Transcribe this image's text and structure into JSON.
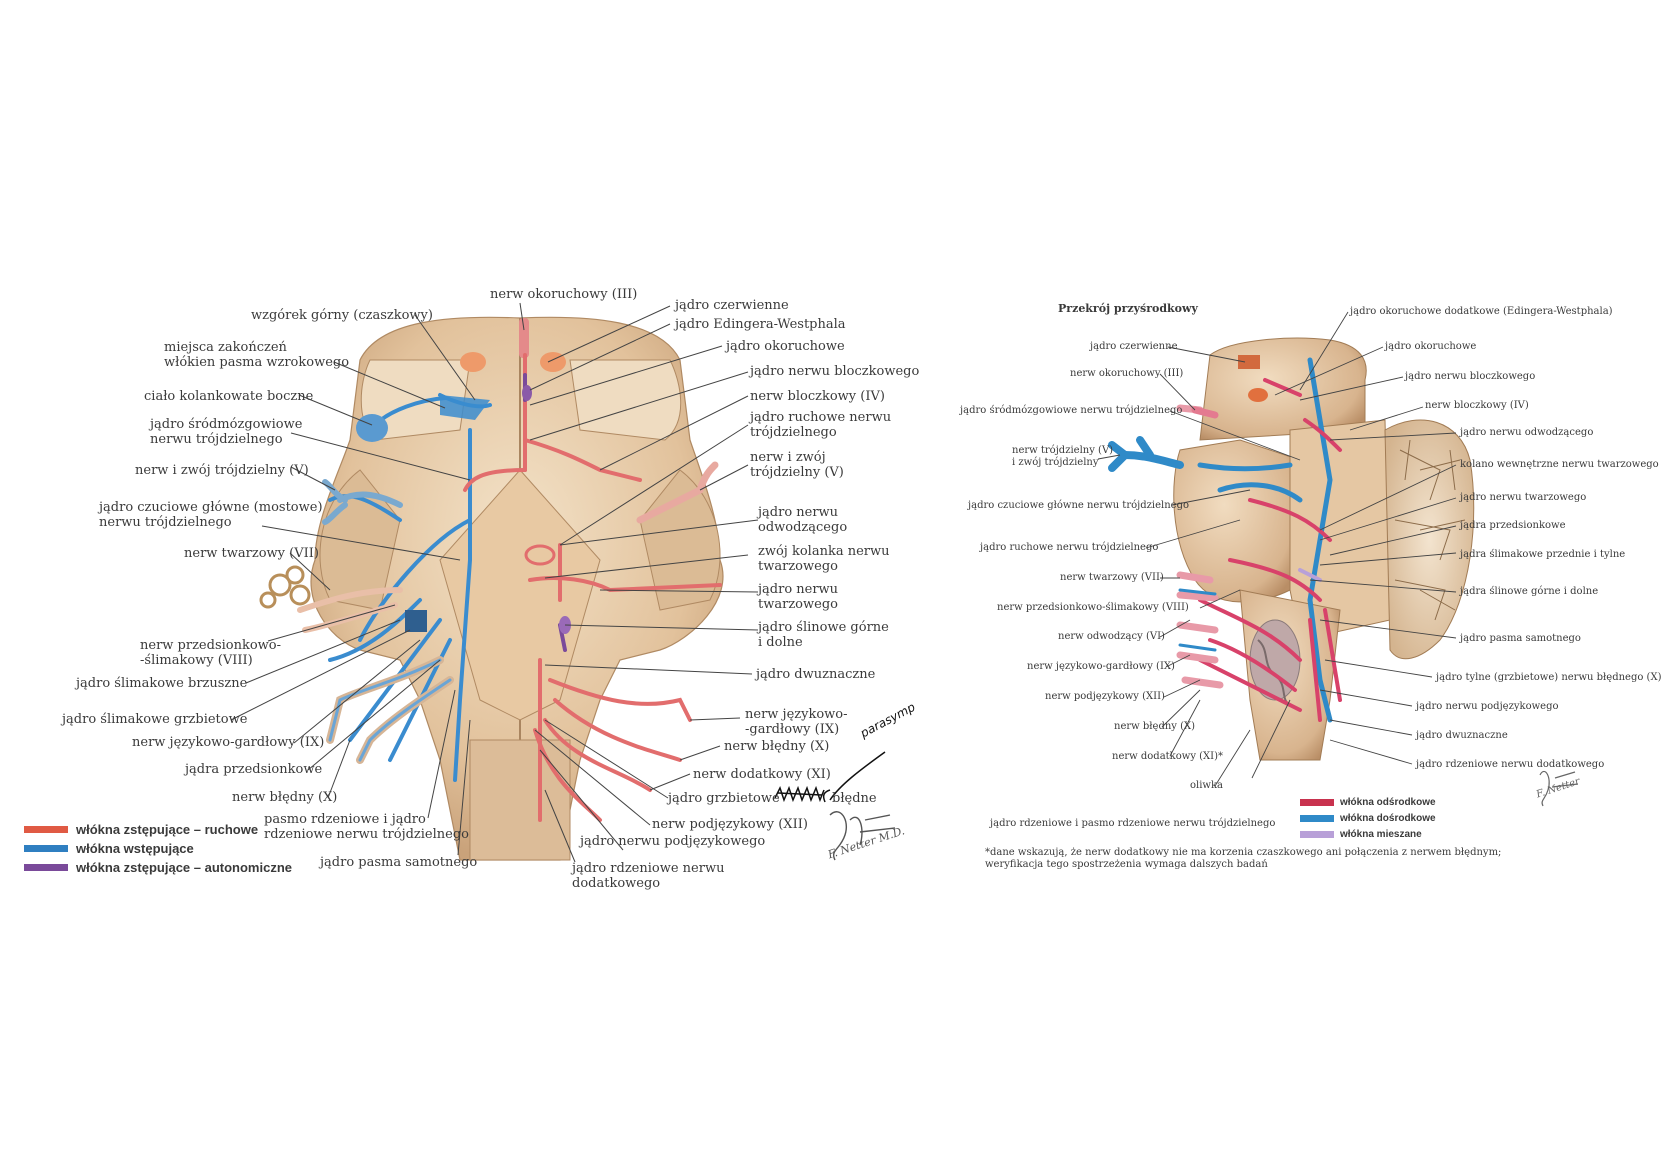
{
  "left_figure": {
    "labels": {
      "oculomotor_nerve": "nerw okoruchowy (III)",
      "red_nucleus": "jądro czerwienne",
      "edinger_westphal": "jądro Edingera-Westphala",
      "oculomotor_nucleus": "jądro okoruchowe",
      "trochlear_nucleus": "jądro nerwu bloczkowego",
      "trochlear_nerve": "nerw bloczkowy (IV)",
      "trigeminal_motor_nucleus": "jądro ruchowe nerwu\ntrójdzielnego",
      "trigeminal_nerve_ganglion_right": "nerw i zwój\ntrójdzielny (V)",
      "abducens_nucleus": "jądro nerwu\nodwodzącego",
      "geniculate_ganglion": "zwój kolanka nerwu\ntwarzowego",
      "facial_nucleus": "jądro nerwu\ntwarzowego",
      "salivatory_nuclei": "jądro ślinowe górne\ni dolne",
      "nucleus_ambiguus": "jądro dwuznaczne",
      "glossopharyngeal_right": "nerw językowo-\n-gardłowy (IX)",
      "vagus_right": "nerw błędny (X)",
      "accessory_nerve": "nerw dodatkowy (XI)",
      "dorsal_vagal_nucleus_prefix": "jądro grzbietowe",
      "dorsal_vagal_nucleus_suffix": "błędne",
      "hypoglossal_nerve": "nerw podjęzykowy (XII)",
      "hypoglossal_nucleus": "jądro nerwu podjęzykowego",
      "accessory_spinal_nucleus": "jądro rdzeniowe nerwu\ndodatkowego",
      "solitary_nucleus": "jądro pasma samotnego",
      "spinal_trigeminal": "pasmo rdzeniowe i jądro\nrdzeniowe nerwu trójdzielnego",
      "vagus_left": "nerw błędny (X)",
      "vestibular_nuclei": "jądra przedsionkowe",
      "glossopharyngeal_left": "nerw językowo-gardłowy (IX)",
      "dorsal_cochlear": "jądro ślimakowe grzbietowe",
      "ventral_cochlear": "jądro ślimakowe brzuszne",
      "vestibulocochlear": "nerw przedsionkowo-\n-ślimakowy (VIII)",
      "facial_nerve": "nerw twarzowy (VII)",
      "principal_sensory": "jądro czuciowe główne (mostowe)\nnerwu trójdzielnego",
      "trigeminal_nerve_ganglion_left": "nerw i zwój trójdzielny (V)",
      "mesencephalic_nucleus": "jądro śródmózgowiowe\nnerwu trójdzielnego",
      "lateral_geniculate": "ciało kolankowate boczne",
      "optic_tract_endings": "miejsca zakończeń\nwłókien pasma wzrokowego",
      "superior_colliculus": "wzgórek górny (czaszkowy)"
    },
    "legend": [
      {
        "label": "włókna zstępujące – ruchowe",
        "color": "#e05a44"
      },
      {
        "label": "włókna wstępujące",
        "color": "#2f7fc1"
      },
      {
        "label": "włókna zstępujące – autonomiczne",
        "color": "#7a4a9a"
      }
    ],
    "handwritten_note": "parasymp",
    "signature": "F. Netter M.D."
  },
  "right_figure": {
    "title": "Przekrój przyśrodkowy",
    "labels": {
      "edinger_westphal_accessory": "jądro okoruchowe dodatkowe (Edingera-Westphala)",
      "red_nucleus": "jądro czerwienne",
      "oculomotor_nucleus": "jądro okoruchowe",
      "oculomotor_nerve": "nerw okoruchowy (III)",
      "trochlear_nucleus": "jądro nerwu bloczkowego",
      "mesencephalic_nucleus": "jądro śródmózgowiowe nerwu trójdzielnego",
      "trochlear_nerve": "nerw bloczkowy (IV)",
      "abducens_nucleus": "jądro nerwu odwodzącego",
      "trigeminal_nerve_ganglion": "nerw trójdzielny (V)\ni zwój trójdzielny",
      "internal_genu": "kolano wewnętrzne nerwu twarzowego",
      "facial_nucleus": "jądro nerwu twarzowego",
      "principal_sensory": "jądro czuciowe główne nerwu trójdzielnego",
      "vestibular_nuclei": "jądra przedsionkowe",
      "trigeminal_motor": "jądro ruchowe nerwu trójdzielnego",
      "cochlear_nuclei": "jądra ślimakowe przednie i tylne",
      "facial_nerve": "nerw twarzowy (VII)",
      "salivatory_nuclei": "jądra ślinowe górne i dolne",
      "vestibulocochlear": "nerw przedsionkowo-ślimakowy (VIII)",
      "abducens_nerve": "nerw odwodzący (VI)",
      "solitary_nucleus": "jądro pasma samotnego",
      "glossopharyngeal": "nerw językowo-gardłowy (IX)",
      "dorsal_vagal": "jądro tylne (grzbietowe) nerwu błędnego (X)",
      "hypoglossal_nerve": "nerw podjęzykowy (XII)",
      "hypoglossal_nucleus": "jądro nerwu podjęzykowego",
      "vagus": "nerw błędny (X)",
      "nucleus_ambiguus": "jądro dwuznaczne",
      "accessory_nerve": "nerw dodatkowy (XI)*",
      "accessory_spinal_nucleus": "jądro rdzeniowe nerwu dodatkowego",
      "olive": "oliwka",
      "spinal_trigeminal": "jądro rdzeniowe i pasmo rdzeniowe nerwu trójdzielnego"
    },
    "legend": [
      {
        "label": "włókna odśrodkowe",
        "color": "#c8324e"
      },
      {
        "label": "włókna dośrodkowe",
        "color": "#2f8ac8"
      },
      {
        "label": "włókna mieszane",
        "color": "#b8a0d8"
      }
    ],
    "footnote": "*dane wskazują, że nerw dodatkowy nie ma korzenia czaszkowego ani połączenia z nerwem błędnym;\nweryfikacja tego spostrzeżenia wymaga dalszych badań",
    "signature": "F. Netter"
  },
  "colors": {
    "tissue": "#e8cfae",
    "tissue_dark": "#c9a57f",
    "motor": "#e26d6d",
    "sensory": "#3a8ccf",
    "autonomic": "#7a4a9a",
    "leader": "#444444"
  }
}
